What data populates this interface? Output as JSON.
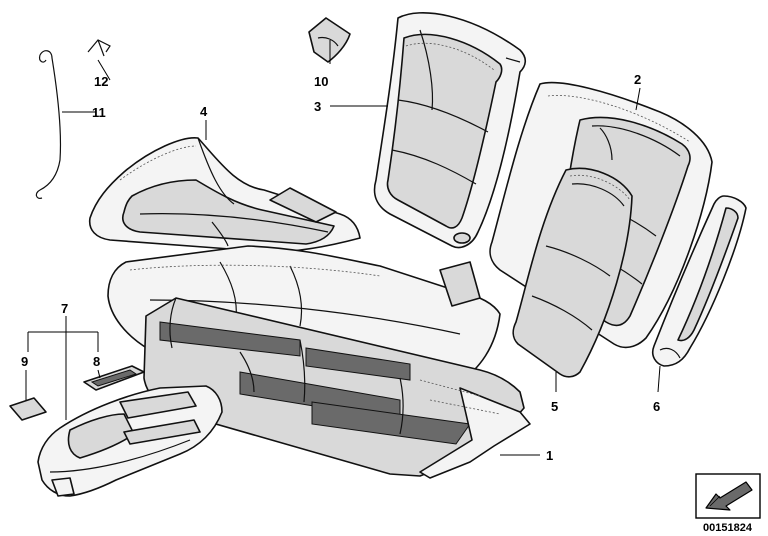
{
  "diagram": {
    "catalog_number": "00151824",
    "callouts": [
      {
        "id": "c1",
        "text": "1"
      },
      {
        "id": "c2",
        "text": "2"
      },
      {
        "id": "c3",
        "text": "3"
      },
      {
        "id": "c4",
        "text": "4"
      },
      {
        "id": "c5",
        "text": "5"
      },
      {
        "id": "c6",
        "text": "6"
      },
      {
        "id": "c7",
        "text": "7"
      },
      {
        "id": "c8",
        "text": "8"
      },
      {
        "id": "c9",
        "text": "9"
      },
      {
        "id": "c10",
        "text": "10"
      },
      {
        "id": "c11",
        "text": "11"
      },
      {
        "id": "c12",
        "text": "12"
      }
    ]
  }
}
